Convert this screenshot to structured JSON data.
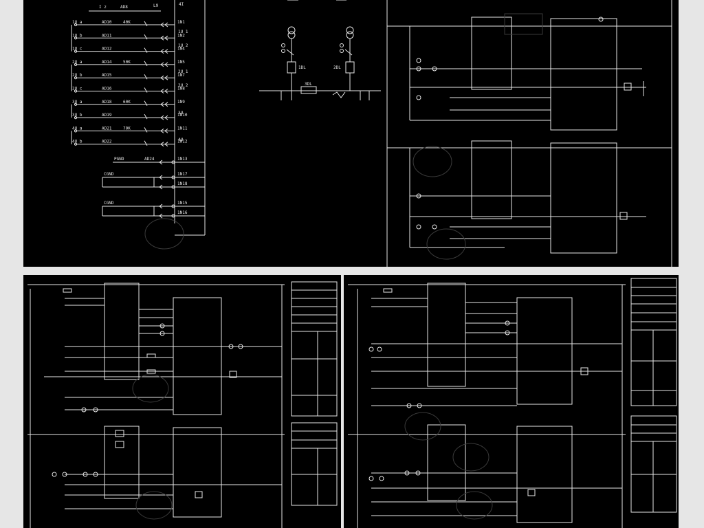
{
  "colors": {
    "background": "#000000",
    "line": "#e8e8e8",
    "dashed_box": "#c0262b",
    "page": "#e6e6e6"
  },
  "top_left": {
    "header_labels": [
      "I z",
      "AD8",
      "L9",
      "4I"
    ],
    "analog_rows": [
      {
        "signal": "1U a",
        "terminal": "AD10",
        "rating": "40K",
        "input": "1N1"
      },
      {
        "signal": "1U b",
        "terminal": "AD11",
        "rating": "",
        "input": "1N2"
      },
      {
        "signal": "1U c",
        "terminal": "AD12",
        "rating": "",
        "input": "1N4"
      },
      {
        "signal": "2U a",
        "terminal": "AD14",
        "rating": "50K",
        "input": "1N5"
      },
      {
        "signal": "2U b",
        "terminal": "AD15",
        "rating": "",
        "input": "1N7"
      },
      {
        "signal": "2U c",
        "terminal": "AD16",
        "rating": "",
        "input": "1N8"
      },
      {
        "signal": "3U a",
        "terminal": "AD18",
        "rating": "60K",
        "input": "1N9"
      },
      {
        "signal": "3U b",
        "terminal": "AD19",
        "rating": "",
        "input": "1N10"
      },
      {
        "signal": "4U a",
        "terminal": "AD21",
        "rating": "70K",
        "input": "1N11"
      },
      {
        "signal": "4U b",
        "terminal": "AD22",
        "rating": "",
        "input": "1N12"
      }
    ],
    "group_labels": [
      "1U  1",
      "1U  2",
      "2U  1",
      "2U  2",
      "3U",
      "4U"
    ],
    "ground_rows": [
      {
        "signal": "PGND",
        "terminal": "AD24",
        "input": "1N13"
      },
      {
        "signal": "CGND",
        "terminal": "",
        "input": "1N17"
      },
      {
        "signal": "",
        "terminal": "",
        "input": "1N18"
      },
      {
        "signal": "CGND",
        "terminal": "",
        "input": "1N15"
      },
      {
        "signal": "",
        "terminal": "",
        "input": "1N16"
      }
    ]
  },
  "top_middle": {
    "breakers": [
      "1DL",
      "2DL",
      "3DL"
    ]
  }
}
